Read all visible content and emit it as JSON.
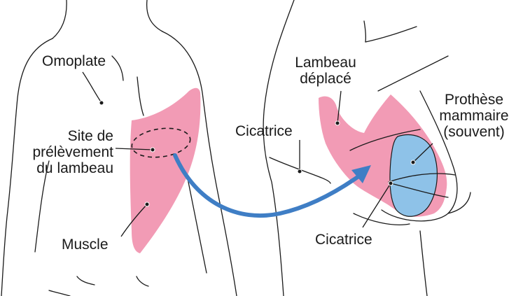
{
  "colors": {
    "muscle_pink": "#f29bb5",
    "implant_blue": "#8ec2e8",
    "arrow_blue": "#3f7ec5",
    "outline": "#1a1a1a"
  },
  "labels": {
    "omoplate": "Omoplate",
    "site": "Site de\nprélèvement\ndu lambeau",
    "muscle": "Muscle",
    "cicatrice_left": "Cicatrice",
    "lambeau": "Lambeau\ndéplacé",
    "prothese": "Prothèse\nmammaire\n(souvent)",
    "cicatrice_right": "Cicatrice"
  }
}
